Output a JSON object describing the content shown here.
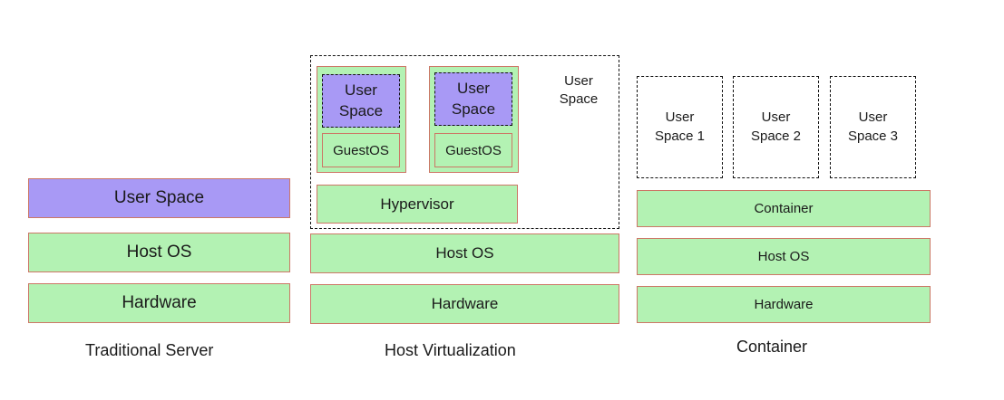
{
  "traditional": {
    "caption": "Traditional Server",
    "user_space": "User Space",
    "host_os": "Host OS",
    "hardware": "Hardware"
  },
  "virtualization": {
    "caption": "Host Virtualization",
    "outer_label_l1": "User",
    "outer_label_l2": "Space",
    "vm1": {
      "user_l1": "User",
      "user_l2": "Space",
      "guest_os": "GuestOS"
    },
    "vm2": {
      "user_l1": "User",
      "user_l2": "Space",
      "guest_os": "GuestOS"
    },
    "hypervisor": "Hypervisor",
    "host_os": "Host OS",
    "hardware": "Hardware"
  },
  "container": {
    "caption": "Container",
    "spaces": [
      {
        "l1": "User",
        "l2": "Space 1"
      },
      {
        "l1": "User",
        "l2": "Space 2"
      },
      {
        "l1": "User",
        "l2": "Space 3"
      }
    ],
    "container_layer": "Container",
    "host_os": "Host OS",
    "hardware": "Hardware"
  },
  "colors": {
    "layer_fill": "#b3f2b3",
    "user_space_fill": "#a899f5",
    "layer_border": "#cc7766",
    "dashed_border": "#111111"
  }
}
